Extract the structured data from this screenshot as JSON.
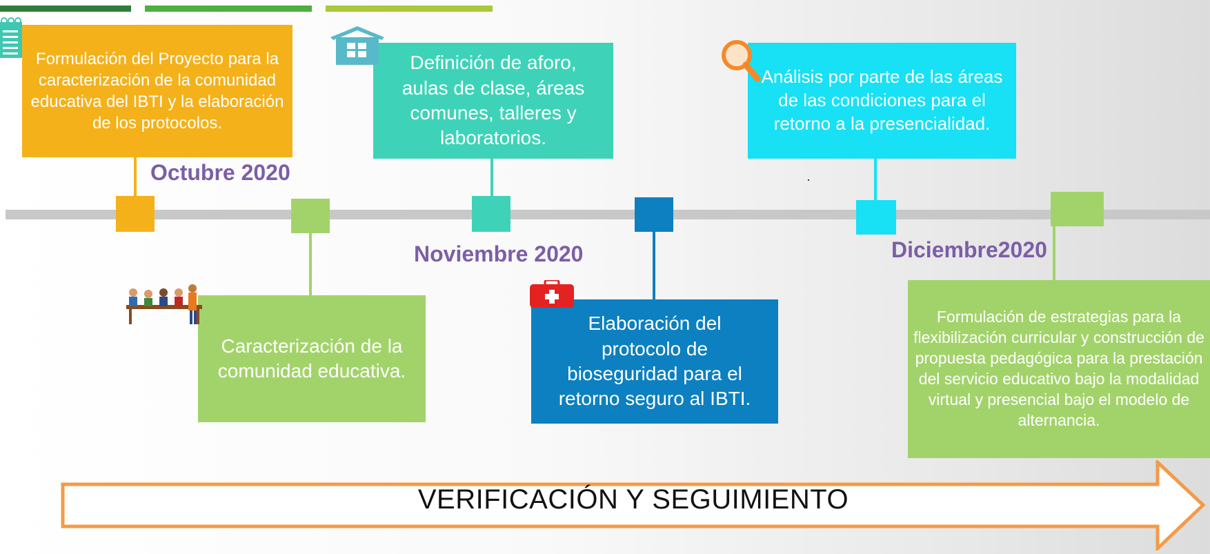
{
  "colors": {
    "orange": "#f5b11a",
    "light_green": "#a2d36a",
    "teal": "#3ed3b8",
    "blue": "#0c80c0",
    "cyan": "#18e0f5",
    "date_purple": "#7b5ea7",
    "timeline_gray": "#c8c8c8",
    "arrow_orange": "#f59a47"
  },
  "dates": {
    "octubre": "Octubre 2020",
    "noviembre": "Noviembre 2020",
    "diciembre": "Diciembre2020"
  },
  "steps": {
    "formulacion_proyecto": "Formulación del Proyecto para la caracterización de la comunidad educativa del IBTI y la elaboración de los protocolos.",
    "caracterizacion": "Caracterización de la comunidad educativa.",
    "definicion_aforo": "Definición de aforo, aulas de clase, áreas comunes, talleres y laboratorios.",
    "protocolo_bioseguridad": "Elaboración del protocolo de bioseguridad para el retorno seguro al IBTI.",
    "analisis_areas": "Análisis por parte de las áreas de las condiciones para el retorno a la presencialidad.",
    "estrategias_flexibilizacion": "Formulación de estrategias para la flexibilización curricular y construcción de propuesta pedagógica para la prestación del servicio educativo bajo la modalidad virtual y presencial bajo el modelo de alternancia."
  },
  "arrow": {
    "label": "VERIFICACIÓN Y SEGUIMIENTO"
  },
  "icons": {
    "notepad": "notepad-icon",
    "house": "house-icon",
    "magnifier": "magnifier-icon",
    "meeting": "meeting-people-icon",
    "first_aid": "first-aid-kit-icon"
  }
}
